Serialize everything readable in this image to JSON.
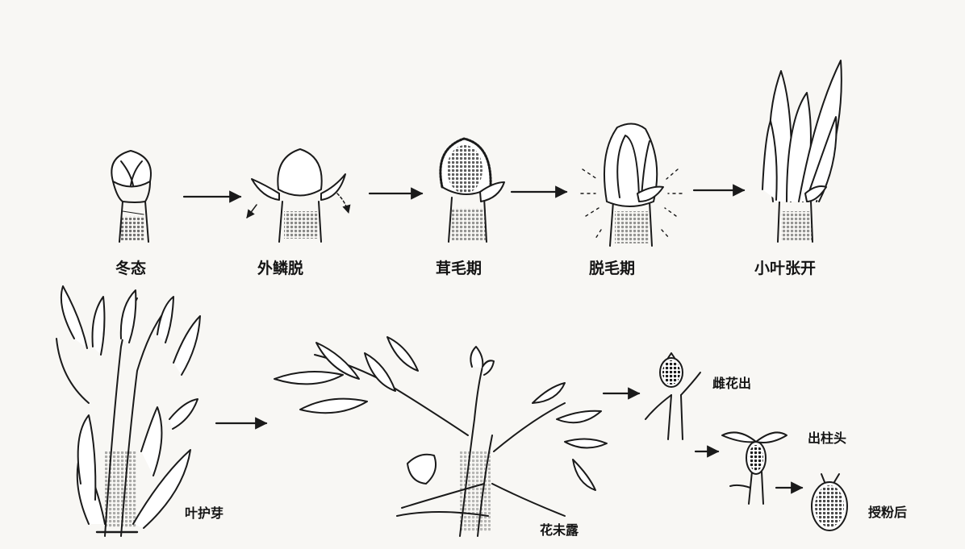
{
  "stages": {
    "winter": "冬态",
    "outer_scale_drop": "外鳞脱",
    "fuzzy_stage": "茸毛期",
    "hair_drop_stage": "脱毛期",
    "small_leaves_open": "小叶张开",
    "leaf_protect_bud": "叶护芽",
    "flower_not_exposed": "花未露",
    "female_flower_out": "雌花出",
    "stigma_out": "出柱头",
    "after_pollination": "授粉后"
  }
}
